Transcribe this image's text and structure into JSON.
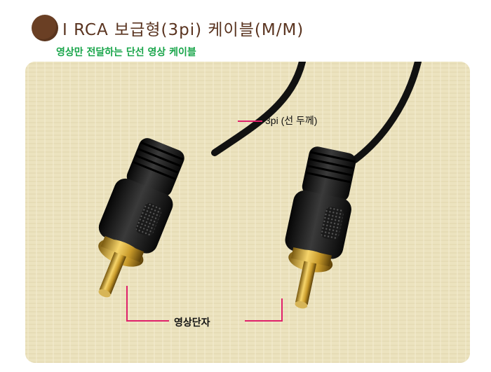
{
  "header": {
    "title": "I RCA 보급형(3pi) 케이블(M/M)",
    "subtitle": "영상만 전달하는 단선 영상 케이블"
  },
  "photo": {
    "annotations": {
      "cable_thickness": "3pi (선 두께)",
      "terminal": "영상단자"
    }
  },
  "colors": {
    "bullet": "#6a3f24",
    "subtitle": "#19a54a",
    "callout_line": "#e0216b",
    "background_texture": "#ece3bf"
  }
}
